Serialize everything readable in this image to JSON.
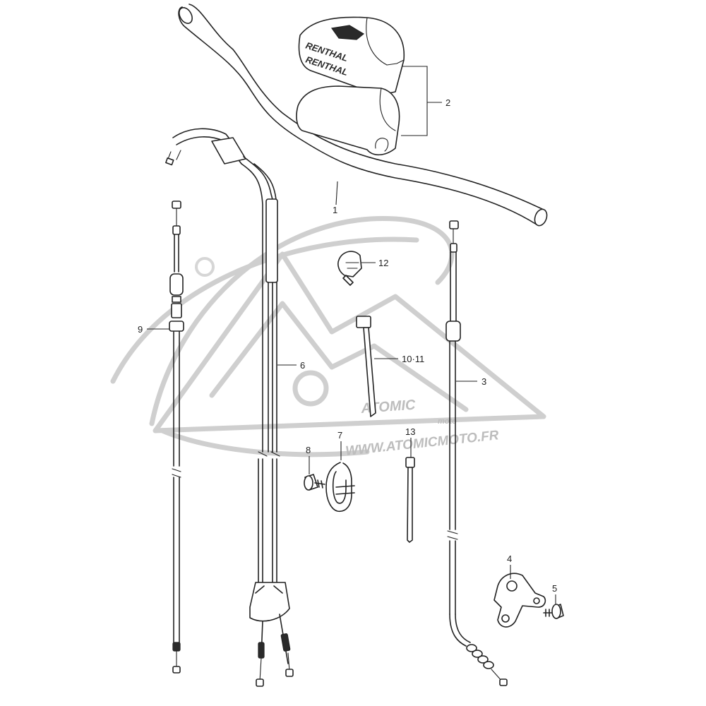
{
  "watermark": {
    "logo_text": "ATOMIC",
    "logo_sub": "moto",
    "url": "WWW.ATOMICMOTO.FR",
    "color": "#bdbdbd"
  },
  "grip_pad": {
    "brand_1": "RENTHAL",
    "brand_2": "RENTHAL"
  },
  "callouts": {
    "c1": "1",
    "c2": "2",
    "c3": "3",
    "c4": "4",
    "c5": "5",
    "c6": "6",
    "c7": "7",
    "c8": "8",
    "c9": "9",
    "c10": "10·11",
    "c12": "12",
    "c13": "13"
  }
}
